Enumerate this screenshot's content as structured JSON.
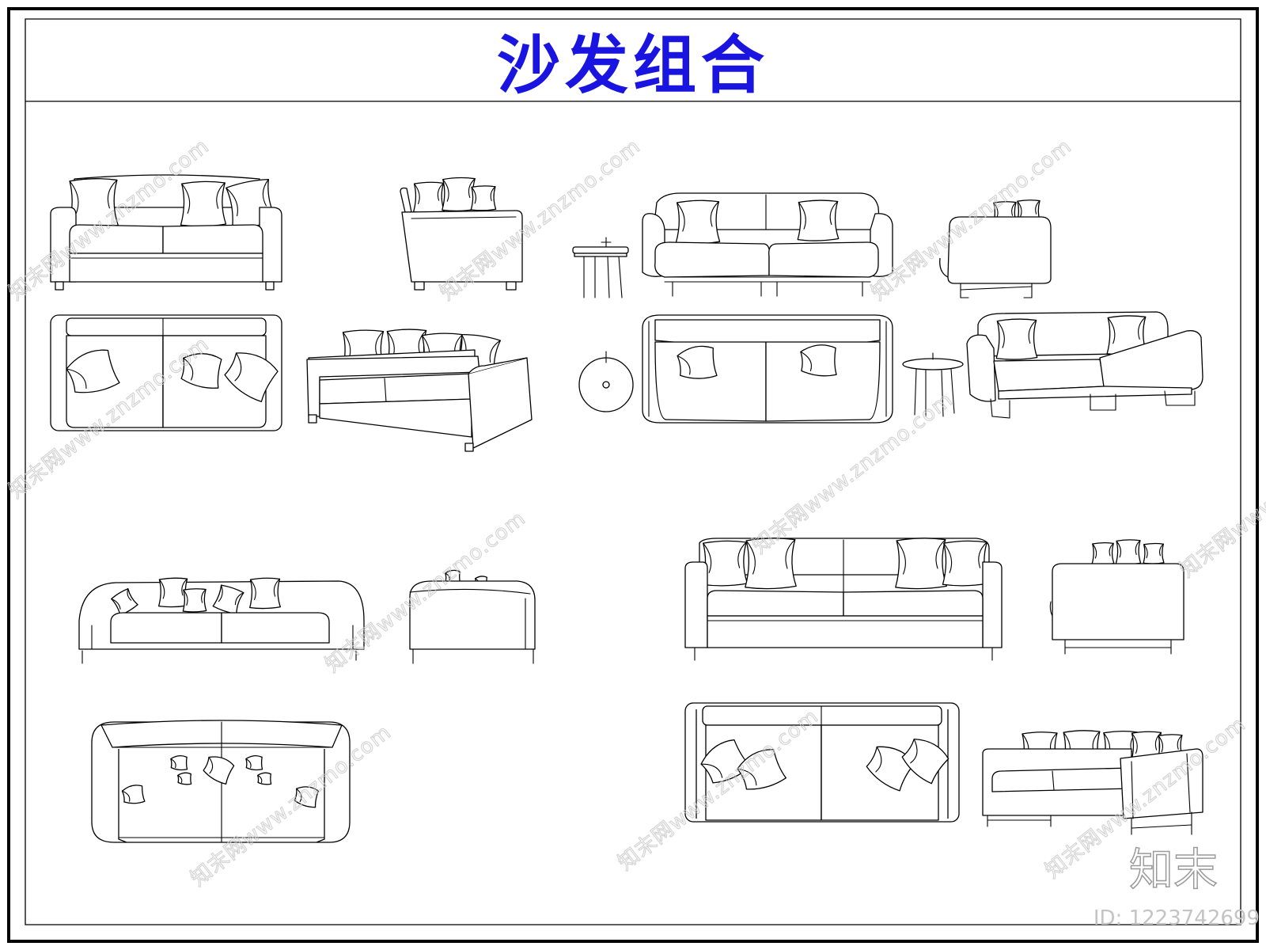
{
  "sheet": {
    "title": "沙发组合",
    "title_color": "#1a14e0",
    "border_color": "#000000",
    "line_color": "#000000"
  },
  "watermark": {
    "text": "知末网www.znzmo.com",
    "brand": "知末",
    "id_label": "ID: 1223742699",
    "color": "#c8c8c8"
  },
  "drawings": [
    {
      "name": "sofa-a-front-view",
      "view": "front"
    },
    {
      "name": "sofa-a-side-view",
      "view": "side"
    },
    {
      "name": "sofa-a-top-view",
      "view": "top"
    },
    {
      "name": "sofa-a-perspective-view",
      "view": "perspective"
    },
    {
      "name": "sofa-b-side-table-elevation",
      "view": "front"
    },
    {
      "name": "sofa-b-front-view",
      "view": "front"
    },
    {
      "name": "sofa-b-side-view",
      "view": "side"
    },
    {
      "name": "sofa-b-side-table-plan",
      "view": "top"
    },
    {
      "name": "sofa-b-top-view",
      "view": "top"
    },
    {
      "name": "sofa-b-side-table-perspective",
      "view": "perspective"
    },
    {
      "name": "sofa-b-perspective-view",
      "view": "perspective"
    },
    {
      "name": "sofa-c-front-view",
      "view": "front"
    },
    {
      "name": "sofa-c-side-view",
      "view": "side"
    },
    {
      "name": "sofa-c-top-view",
      "view": "top"
    },
    {
      "name": "sofa-d-front-view",
      "view": "front"
    },
    {
      "name": "sofa-d-side-view",
      "view": "side"
    },
    {
      "name": "sofa-d-top-view",
      "view": "top"
    },
    {
      "name": "sofa-d-perspective-view",
      "view": "perspective"
    }
  ]
}
